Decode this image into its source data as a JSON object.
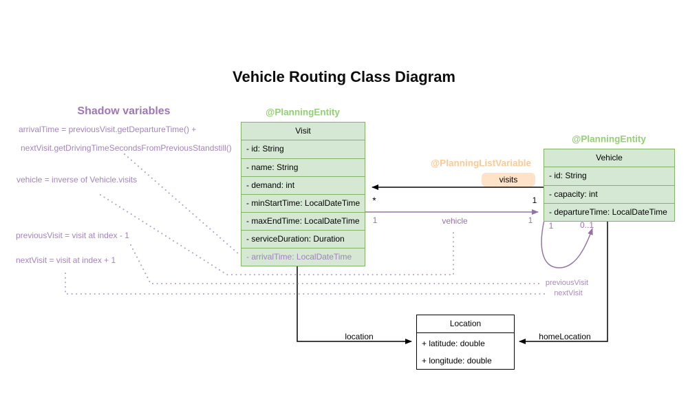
{
  "title": "Vehicle Routing Class Diagram",
  "shadow_panel": {
    "heading": "Shadow variables",
    "lines": [
      "arrivalTime = previousVisit.getDepartureTime() +",
      "nextVisit.getDrivingTimeSecondsFromPreviousStandstill()",
      "vehicle = inverse of Vehicle.visits",
      "previousVisit = visit at index - 1",
      "nextVisit = visit at index + 1"
    ]
  },
  "annotations": {
    "visit_entity": "@PlanningEntity",
    "vehicle_entity": "@PlanningEntity",
    "list_variable": "@PlanningListVariable"
  },
  "classes": {
    "visit": {
      "name": "Visit",
      "rows": [
        "- id: String",
        "- name: String",
        "- demand: int",
        "- minStartTime: LocalDateTime",
        "- maxEndTime: LocalDateTime",
        "- serviceDuration: Duration",
        "- arrivalTime: LocalDateTime"
      ]
    },
    "vehicle": {
      "name": "Vehicle",
      "rows": [
        "- id: String",
        "- capacity: int",
        "- departureTime: LocalDateTime"
      ]
    },
    "location": {
      "name": "Location",
      "rows": [
        "+ latitude: double",
        "+ longitude: double"
      ]
    }
  },
  "edges": {
    "visits": {
      "label": "visits",
      "vehicle_mult": "1",
      "visit_mult": "*"
    },
    "vehicle": {
      "label": "vehicle",
      "visit_mult": "1",
      "vehicle_mult": "1"
    },
    "self_loop": {
      "source_mult": "1",
      "target_mult": "0..1",
      "previous_visit_label": "previousVisit",
      "next_visit_label": "nextVisit"
    },
    "location": {
      "label": "location"
    },
    "home_location": {
      "label": "homeLocation"
    }
  },
  "colors": {
    "class_fill_green": "#d5e8d4",
    "class_border_green": "#82b366",
    "entity_annotation_green": "#92d073",
    "list_variable_orange": "#ffc894",
    "visits_chip_bg": "#ffe3c9",
    "association_purple": "#9673a6",
    "shadow_text_purple": "#a483c0",
    "dotted_connector_purple": "#b39bcb",
    "edge_black": "#000000"
  }
}
